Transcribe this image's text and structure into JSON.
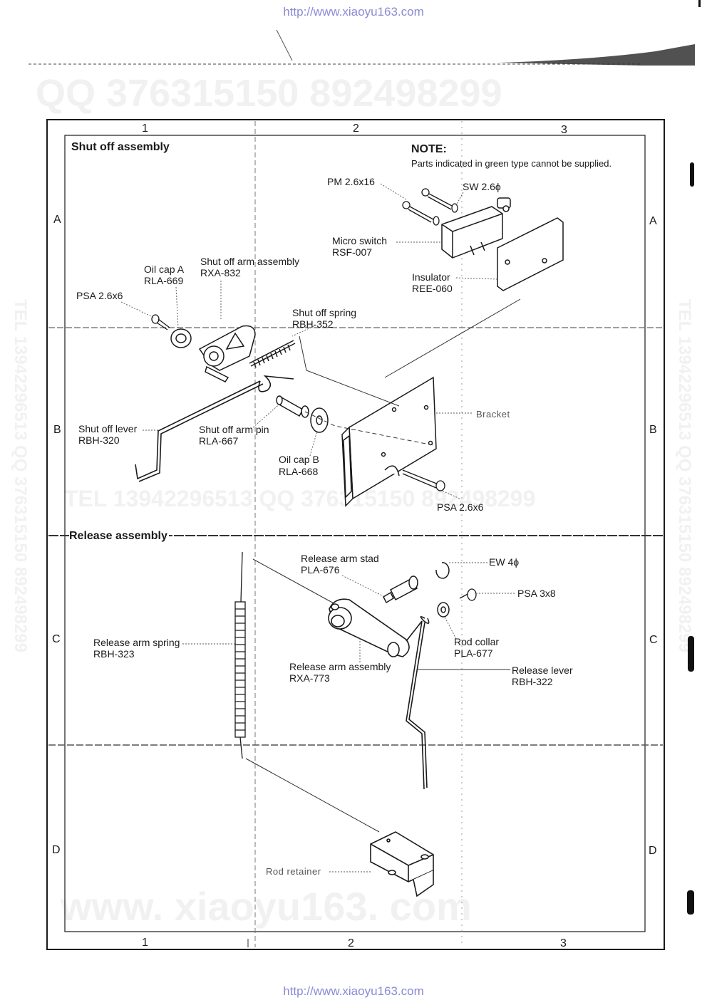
{
  "header_url": "http://www.xiaoyu163.com",
  "footer_url": "http://www.xiaoyu163.com",
  "watermarks": {
    "top": "QQ 376315150  892498299",
    "middle": "TEL 13942296513    QQ 376315150  892498299",
    "bottom": "www. xiaoyu163. com",
    "left_vertical": "TEL 13942296513  QQ 376315150  892498299",
    "right_vertical": "TEL 13942296513  QQ 376315150  892498299"
  },
  "grid": {
    "columns": [
      "1",
      "2",
      "3"
    ],
    "rows": [
      "A",
      "B",
      "C",
      "D"
    ]
  },
  "sections": {
    "shut_off": "Shut off assembly",
    "release": "Release assembly"
  },
  "note": {
    "title": "NOTE:",
    "text": "Parts indicated in green type cannot be supplied."
  },
  "labels": {
    "pm": "PM 2.6x16",
    "sw": "SW 2.6ϕ",
    "micro_switch_name": "Micro switch",
    "micro_switch_code": "RSF-007",
    "insulator_name": "Insulator",
    "insulator_code": "REE-060",
    "oil_cap_a_name": "Oil cap A",
    "oil_cap_a_code": "RLA-669",
    "arm_assy_name": "Shut off arm assembly",
    "arm_assy_code": "RXA-832",
    "psa_top": "PSA 2.6x6",
    "spring_name": "Shut off spring",
    "spring_code": "RBH-352",
    "bracket": "Bracket",
    "lever_name": "Shut off lever",
    "lever_code": "RBH-320",
    "arm_pin_name": "Shut off arm pin",
    "arm_pin_code": "RLA-667",
    "oil_cap_b_name": "Oil cap B",
    "oil_cap_b_code": "RLA-668",
    "psa_bottom": "PSA 2.6x6",
    "stad_name": "Release arm stad",
    "stad_code": "PLA-676",
    "ew": "EW 4ϕ",
    "psa3": "PSA 3x8",
    "rel_spring_name": "Release arm spring",
    "rel_spring_code": "RBH-323",
    "rod_collar_name": "Rod collar",
    "rod_collar_code": "PLA-677",
    "rel_assy_name": "Release arm assembly",
    "rel_assy_code": "RXA-773",
    "rel_lever_name": "Release lever",
    "rel_lever_code": "RBH-322",
    "rod_retainer": "Rod retainer"
  }
}
